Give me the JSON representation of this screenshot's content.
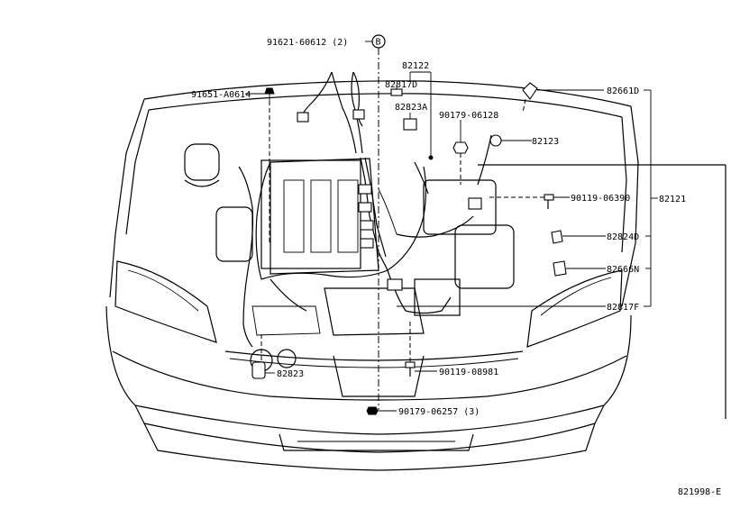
{
  "callouts": [
    {
      "id": "p91621",
      "text": "91621-60612 (2)"
    },
    {
      "id": "circleB",
      "text": "B"
    },
    {
      "id": "p91651",
      "text": "91651-A0614"
    },
    {
      "id": "p82122",
      "text": "82122"
    },
    {
      "id": "p82817D",
      "text": "82817D"
    },
    {
      "id": "p82823A",
      "text": "82823A"
    },
    {
      "id": "p90179a",
      "text": "90179-06128"
    },
    {
      "id": "p82661D",
      "text": "82661D"
    },
    {
      "id": "p82123",
      "text": "82123"
    },
    {
      "id": "p82121",
      "text": "82121"
    },
    {
      "id": "p90119a",
      "text": "90119-06390"
    },
    {
      "id": "p82824D",
      "text": "82824D"
    },
    {
      "id": "p82666N",
      "text": "82666N"
    },
    {
      "id": "p82817F",
      "text": "82817F"
    },
    {
      "id": "p82823",
      "text": "82823"
    },
    {
      "id": "p90119b",
      "text": "90119-08981"
    },
    {
      "id": "p90179b",
      "text": "90179-06257 (3)"
    }
  ],
  "figure_id": "821998-E"
}
